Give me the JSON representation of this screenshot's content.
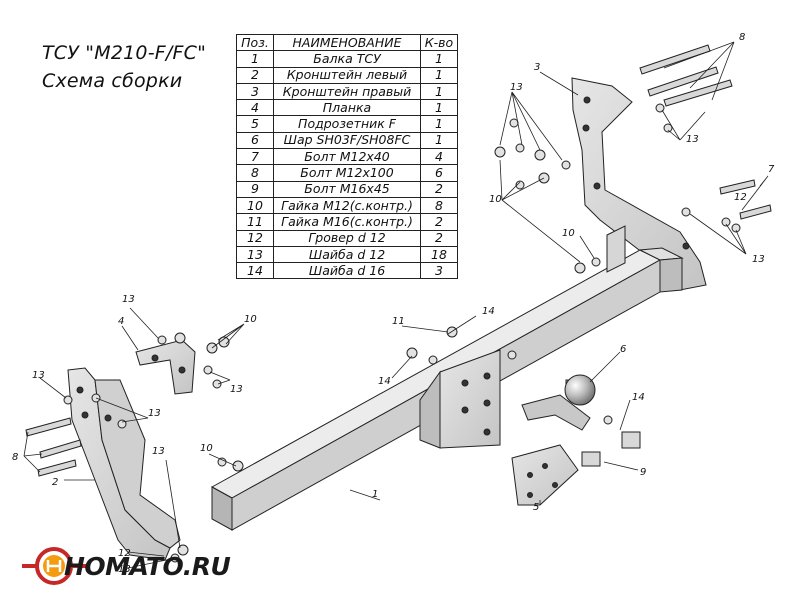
{
  "title": {
    "line1": "ТСУ \"M210-F/FC\"",
    "line2": "Схема сборки"
  },
  "table": {
    "headers": [
      "Поз.",
      "НАИМЕНОВАНИЕ",
      "К-во"
    ],
    "rows": [
      [
        "1",
        "Балка ТСУ",
        "1"
      ],
      [
        "2",
        "Кронштейн левый",
        "1"
      ],
      [
        "3",
        "Кронштейн правый",
        "1"
      ],
      [
        "4",
        "Планка",
        "1"
      ],
      [
        "5",
        "Подрозетник F",
        "1"
      ],
      [
        "6",
        "Шар SH03F/SH08FC",
        "1"
      ],
      [
        "7",
        "Болт М12х40",
        "4"
      ],
      [
        "8",
        "Болт М12х100",
        "6"
      ],
      [
        "9",
        "Болт М16х45",
        "2"
      ],
      [
        "10",
        "Гайка М12(с.контр.)",
        "8"
      ],
      [
        "11",
        "Гайка  М16(с.контр.)",
        "2"
      ],
      [
        "12",
        "Гровер d 12",
        "2"
      ],
      [
        "13",
        "Шайба d 12",
        "18"
      ],
      [
        "14",
        "Шайба d 16",
        "3"
      ]
    ]
  },
  "logo": {
    "text": "HOMATO.RU",
    "colors": {
      "ring": "#c62828",
      "inner": "#f39c12"
    }
  },
  "callouts": [
    "1",
    "2",
    "3",
    "4",
    "5",
    "6",
    "7",
    "8",
    "8",
    "9",
    "10",
    "10",
    "10",
    "10",
    "11",
    "12",
    "12",
    "13",
    "13",
    "13",
    "13",
    "13",
    "13",
    "13",
    "13",
    "13",
    "14",
    "14",
    "14"
  ]
}
